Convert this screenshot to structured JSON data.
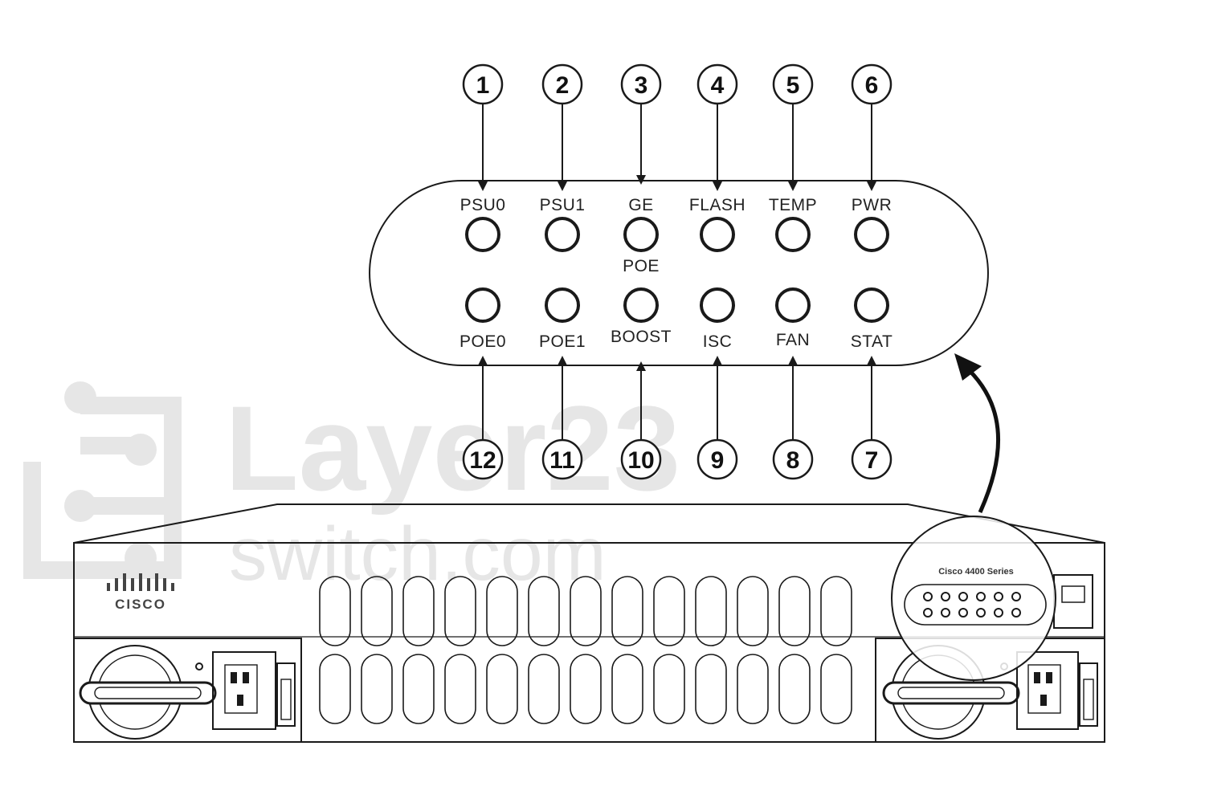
{
  "watermark": {
    "line1": "Layer23",
    "line2": "switch.com"
  },
  "device": {
    "brand_logo": "CISCO",
    "series_label": "Cisco 4400 Series"
  },
  "leds_top": [
    {
      "callout": "1",
      "label": "PSU0"
    },
    {
      "callout": "2",
      "label": "PSU1"
    },
    {
      "callout": "3",
      "label": "GE"
    },
    {
      "callout": "4",
      "label": "FLASH"
    },
    {
      "callout": "5",
      "label": "TEMP"
    },
    {
      "callout": "6",
      "label": "PWR"
    }
  ],
  "ge_sublabel": "POE",
  "leds_bottom": [
    {
      "callout": "12",
      "label": "POE0"
    },
    {
      "callout": "11",
      "label": "POE1"
    },
    {
      "callout": "10",
      "label": "BOOST"
    },
    {
      "callout": "9",
      "label": "ISC"
    },
    {
      "callout": "8",
      "label": "FAN"
    },
    {
      "callout": "7",
      "label": "STAT"
    }
  ],
  "colors": {
    "line": "#1a1a1a",
    "watermark": "#e6e6e6",
    "background": "#ffffff"
  }
}
